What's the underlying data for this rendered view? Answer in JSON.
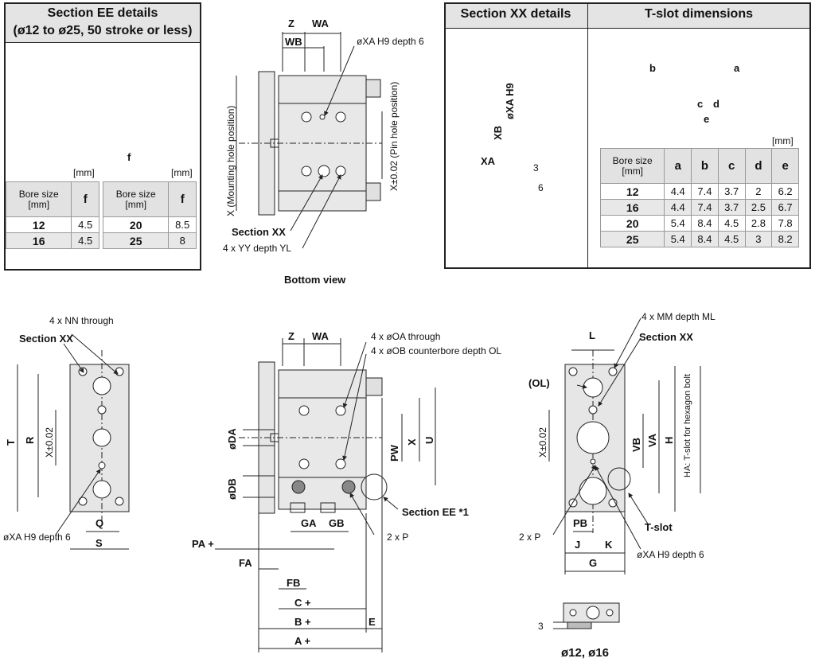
{
  "section_ee": {
    "title_line1": "Section EE details",
    "title_line2": "(ø12 to ø25, 50 stroke or less)",
    "dim_f": "f",
    "unit_left": "[mm]",
    "unit_right": "[mm]",
    "hdr_bore": "Bore size",
    "hdr_bore_unit": "[mm]",
    "hdr_f": "f",
    "rows_left": [
      {
        "bore": "12",
        "f": "4.5"
      },
      {
        "bore": "16",
        "f": "4.5"
      }
    ],
    "rows_right": [
      {
        "bore": "20",
        "f": "8.5"
      },
      {
        "bore": "25",
        "f": "8"
      }
    ]
  },
  "bottom_view": {
    "caption": "Bottom view",
    "z": "Z",
    "wa": "WA",
    "wb": "WB",
    "xa_note": "øXA H9 depth 6",
    "x_mount": "X (Mounting hole position)",
    "x_pin": "X±0.02 (Pin hole position)",
    "section_xx": "Section XX",
    "yy_note": "4 x YY depth YL"
  },
  "section_xx": {
    "title": "Section XX details",
    "xa_h9": "øXA H9",
    "xb": "XB",
    "xa": "XA",
    "dim3": "3",
    "dim6": "6"
  },
  "tslot": {
    "title": "T-slot dimensions",
    "unit": "[mm]",
    "dim_a": "a",
    "dim_b": "b",
    "dim_c": "c",
    "dim_d": "d",
    "dim_e": "e",
    "headers": [
      "Bore size",
      "a",
      "b",
      "c",
      "d",
      "e"
    ],
    "hdr_bore_unit": "[mm]",
    "rows": [
      [
        "12",
        "4.4",
        "7.4",
        "3.7",
        "2",
        "6.2"
      ],
      [
        "16",
        "4.4",
        "7.4",
        "3.7",
        "2.5",
        "6.7"
      ],
      [
        "20",
        "5.4",
        "8.4",
        "4.5",
        "2.8",
        "7.8"
      ],
      [
        "25",
        "5.4",
        "8.4",
        "4.5",
        "3",
        "8.2"
      ]
    ]
  },
  "left_view": {
    "nn_note": "4 x NN through",
    "section_xx": "Section XX",
    "t": "T",
    "r": "R",
    "x": "X±0.02",
    "q": "Q",
    "s": "S",
    "xa_note": "øXA H9 depth 6"
  },
  "side_view": {
    "z": "Z",
    "wa": "WA",
    "oa_note": "4 x øOA through",
    "ob_note": "4 x øOB counterbore depth OL",
    "da": "øDA",
    "db": "øDB",
    "pw": "PW",
    "x": "X",
    "u": "U",
    "section_ee": "Section EE *1",
    "ga": "GA",
    "gb": "GB",
    "p2": "2 x P",
    "pa": "PA +",
    "fa": "FA",
    "fb": "FB",
    "c": "C +",
    "b": "B +",
    "e": "E",
    "a": "A +"
  },
  "front_view": {
    "mm_note": "4 x MM depth ML",
    "l": "L",
    "section_xx": "Section XX",
    "ol": "(OL)",
    "x": "X±0.02",
    "vb": "VB",
    "va": "VA",
    "h": "H",
    "ha": "HA: T-slot for hexagon bolt",
    "p2": "2 x P",
    "pb": "PB",
    "tslot": "T-slot",
    "j": "J",
    "k": "K",
    "xa_note": "øXA H9 depth 6",
    "g": "G",
    "dim3": "3",
    "bores": "ø12, ø16"
  }
}
